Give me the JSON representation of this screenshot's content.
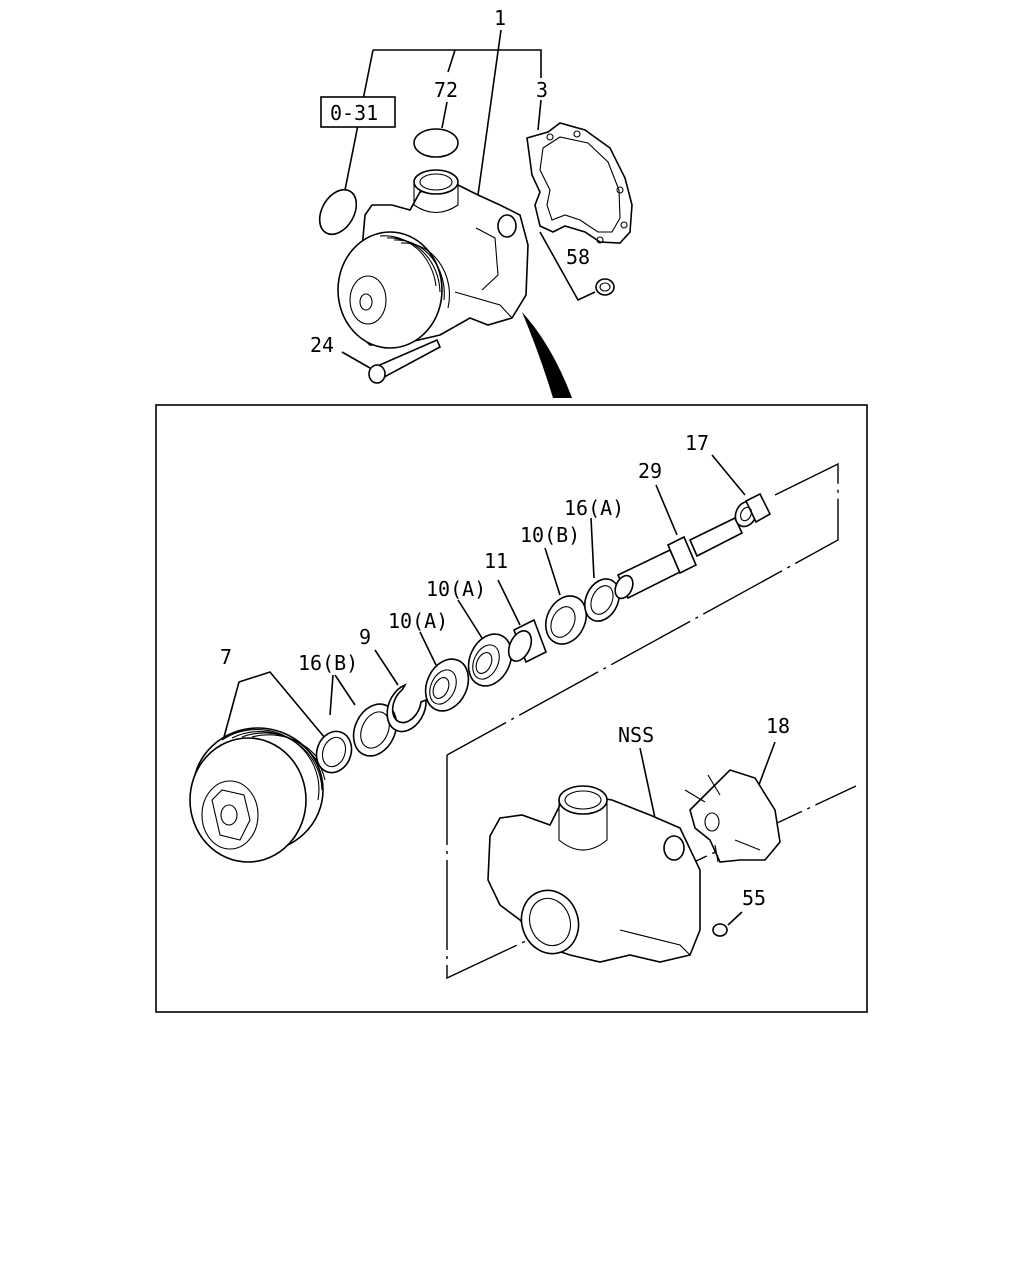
{
  "diagram": {
    "ref_box_label": "0-31",
    "callouts": {
      "water_pump_assembly": "1",
      "o_ring": "72",
      "gasket": "3",
      "plug_58": "58",
      "bolt": "24",
      "pulley": "7",
      "seal_16b": "16(B)",
      "snap_ring": "9",
      "bearing_10a_left": "10(A)",
      "bearing_10a_right": "10(A)",
      "spacer": "11",
      "bearing_10b": "10(B)",
      "seal_16a": "16(A)",
      "shaft": "29",
      "seal_17": "17",
      "pump_body": "NSS",
      "impeller": "18",
      "plug_55": "55"
    }
  }
}
